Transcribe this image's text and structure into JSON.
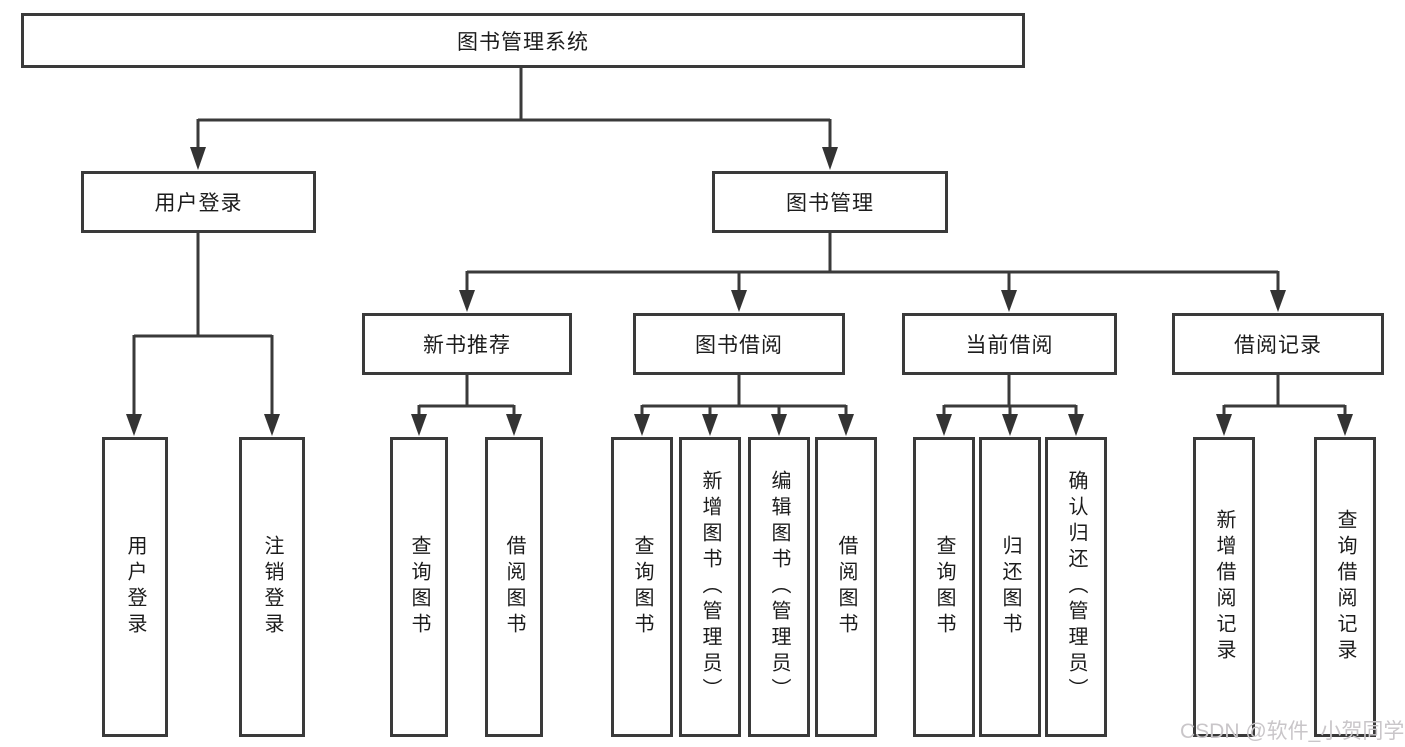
{
  "diagram": {
    "type": "hierarchy-tree",
    "nodes": {
      "root": {
        "label": "图书管理系统"
      },
      "level2": [
        {
          "label": "用户登录",
          "parent": "图书管理系统"
        },
        {
          "label": "图书管理",
          "parent": "图书管理系统"
        }
      ],
      "level3": [
        {
          "label": "新书推荐",
          "parent": "图书管理"
        },
        {
          "label": "图书借阅",
          "parent": "图书管理"
        },
        {
          "label": "当前借阅",
          "parent": "图书管理"
        },
        {
          "label": "借阅记录",
          "parent": "图书管理"
        }
      ],
      "leaves": [
        {
          "label": "用户登录",
          "parent": "用户登录"
        },
        {
          "label": "注销登录",
          "parent": "用户登录"
        },
        {
          "label": "查询图书",
          "parent": "新书推荐"
        },
        {
          "label": "借阅图书",
          "parent": "新书推荐"
        },
        {
          "label": "查询图书",
          "parent": "图书借阅"
        },
        {
          "label": "新增图书（管理员）",
          "parent": "图书借阅"
        },
        {
          "label": "编辑图书（管理员）",
          "parent": "图书借阅"
        },
        {
          "label": "借阅图书",
          "parent": "图书借阅"
        },
        {
          "label": "查询图书",
          "parent": "当前借阅"
        },
        {
          "label": "归还图书",
          "parent": "当前借阅"
        },
        {
          "label": "确认归还（管理员）",
          "parent": "当前借阅"
        },
        {
          "label": "新增借阅记录",
          "parent": "借阅记录"
        },
        {
          "label": "查询借阅记录",
          "parent": "借阅记录"
        }
      ]
    },
    "colors": {
      "line": "#3a3a3a",
      "box_border": "#3a3a3a",
      "text": "#1c1c1c",
      "background": "#ffffff"
    }
  },
  "watermark": {
    "text": "CSDN @软件_小贺同学",
    "color": "#c9c6c9"
  }
}
